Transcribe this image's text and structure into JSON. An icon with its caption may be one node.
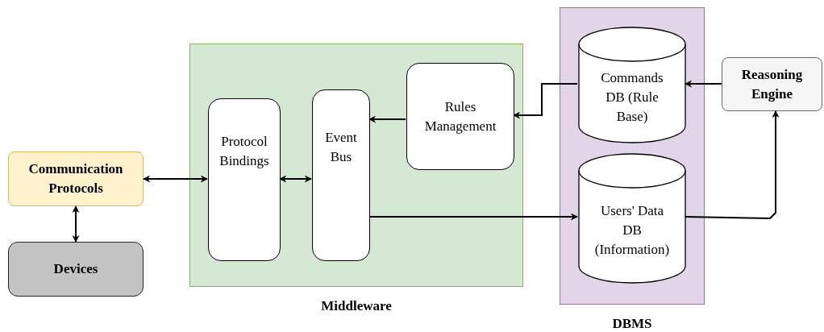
{
  "diagram": {
    "nodes": [
      {
        "text": [
          "Communication Protocols"
        ]
      },
      {
        "text": [
          "Devices"
        ]
      },
      {
        "text": [
          "Middleware"
        ]
      },
      {
        "text": [
          "Protocol Bindings"
        ],
        "in": 2
      },
      {
        "text": [
          "Event Bus"
        ],
        "in": 2
      },
      {
        "text": [
          "Rules Management"
        ],
        "in": 2
      },
      {
        "text": [
          "DBMS"
        ]
      },
      {
        "text": [
          "Commands DB (Rule Base)"
        ],
        "in": 6
      },
      {
        "text": [
          "Users' Data DB (Information)"
        ],
        "in": 6
      },
      {
        "text": [
          "Reasoning Engine"
        ]
      }
    ],
    "edges": [
      {
        "from": 0,
        "to": 3,
        "arrow": "both"
      },
      {
        "from": 0,
        "to": 1,
        "arrow": "both"
      },
      {
        "from": 3,
        "to": 4,
        "arrow": "both"
      },
      {
        "from": 5,
        "to": 4,
        "arrow": "to"
      },
      {
        "from": 7,
        "to": 5,
        "arrow": "to"
      },
      {
        "from": 9,
        "to": 7,
        "arrow": "to"
      },
      {
        "from": 4,
        "to": 8,
        "arrow": "to"
      },
      {
        "from": 8,
        "to": 9,
        "arrow": "to"
      }
    ]
  }
}
